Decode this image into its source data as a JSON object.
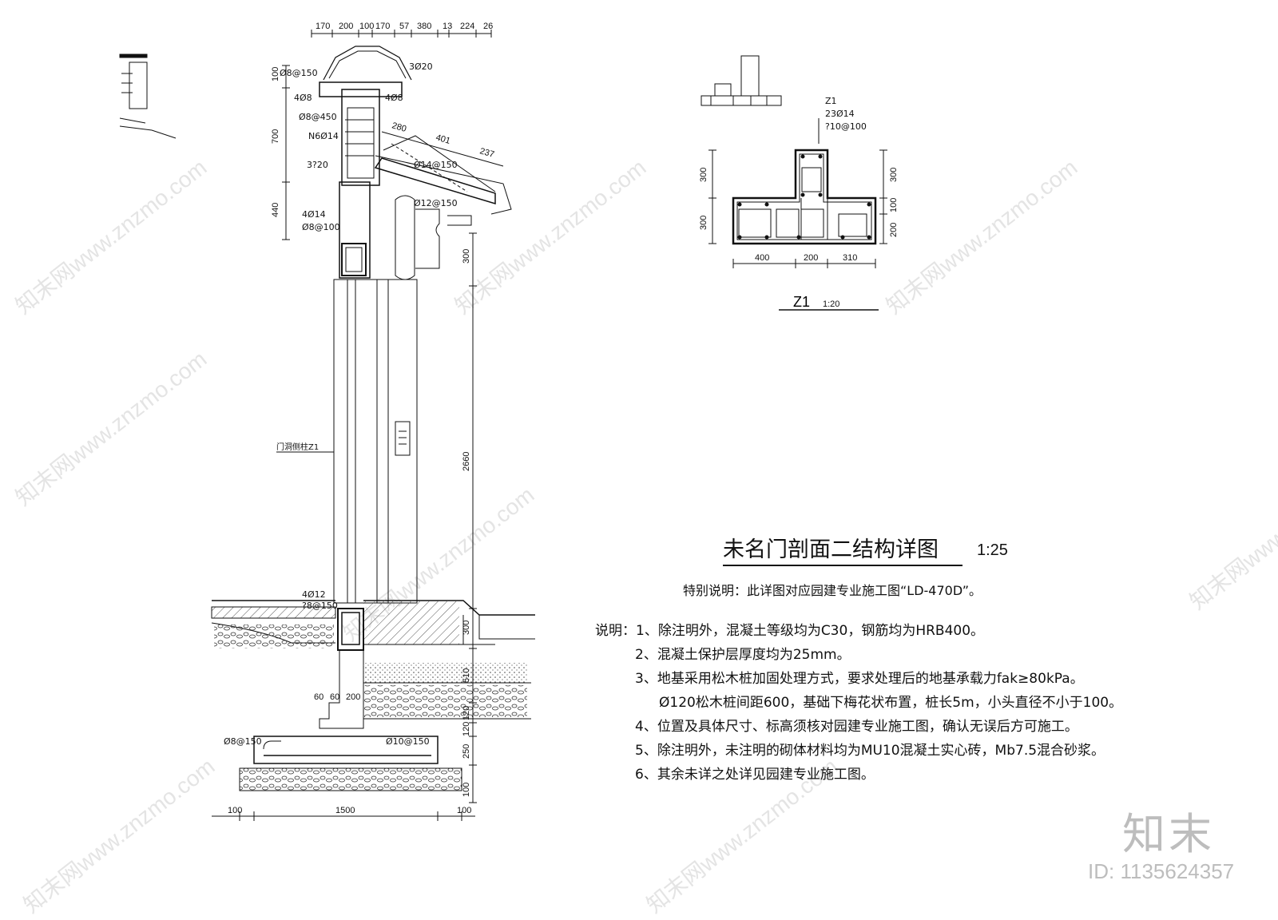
{
  "title": {
    "text": "未名门剖面二结构详图",
    "scale": "1:25"
  },
  "special_note": "特别说明：此详图对应园建专业施工图“LD-470D”。",
  "notes": {
    "n1": "说明：1、除注明外，混凝土等级均为C30，钢筋均为HRB400。",
    "n2": "2、混凝土保护层厚度均为25mm。",
    "n3": "3、地基采用松木桩加固处理方式，要求处理后的地基承载力fak≥80kPa。",
    "n3b": "Ø120松木桩间距600，基础下梅花状布置，桩长5m，小头直径不小于100。",
    "n4": "4、位置及具体尺寸、标高须核对园建专业施工图，确认无误后方可施工。",
    "n5": "5、除注明外，未注明的砌体材料均为MU10混凝土实心砖，Mb7.5混合砂浆。",
    "n6": "6、其余未详之处详见园建专业施工图。"
  },
  "section": {
    "top_dims": {
      "d1": "170",
      "d2": "200",
      "d3": "100",
      "d4": "170",
      "d5": "57",
      "d6": "380",
      "d7": "13",
      "d8": "224",
      "d9": "26"
    },
    "left_dims": {
      "v1": "100",
      "v2": "700",
      "v3": "440"
    },
    "right_dims": {
      "h1": "300",
      "h2": "2660",
      "h3": "300",
      "h4": "510",
      "h5": "120",
      "h6": "120",
      "h7": "250",
      "h8": "100"
    },
    "roof_dims": {
      "r1": "280",
      "r2": "401",
      "r3": "237"
    },
    "bottom_dims": {
      "b1": "100",
      "b2": "1500",
      "b3": "100"
    },
    "step_dims": {
      "s1": "60",
      "s2": "60",
      "s3": "200"
    },
    "rebar": {
      "a": "Ø8@150",
      "b": "3Ø20",
      "c": "4Ø8",
      "d": "4Ø8",
      "e": "Ø8@450",
      "f": "N6Ø14",
      "g": "3?20",
      "h": "Ø14@150",
      "i": "Ø12@150",
      "j": "4Ø14",
      "k": "Ø8@100",
      "l": "4Ø12",
      "m": "?8@150",
      "n": "Ø8@150",
      "o": "Ø10@150"
    },
    "column_label": "门洞侧柱Z1"
  },
  "z1": {
    "name": "Z1",
    "scale": "1:20",
    "callout": {
      "c1": "Z1",
      "c2": "23Ø14",
      "c3": "?10@100"
    },
    "left_dims": {
      "l1": "300",
      "l2": "300"
    },
    "right_dims": {
      "r1": "300",
      "r2": "100",
      "r3": "200"
    },
    "bottom_dims": {
      "w1": "400",
      "w2": "200",
      "w3": "310"
    }
  },
  "watermark": {
    "tile": "知末网www.znzmo.com",
    "brand": "知末",
    "id": "ID: 1135624357"
  }
}
